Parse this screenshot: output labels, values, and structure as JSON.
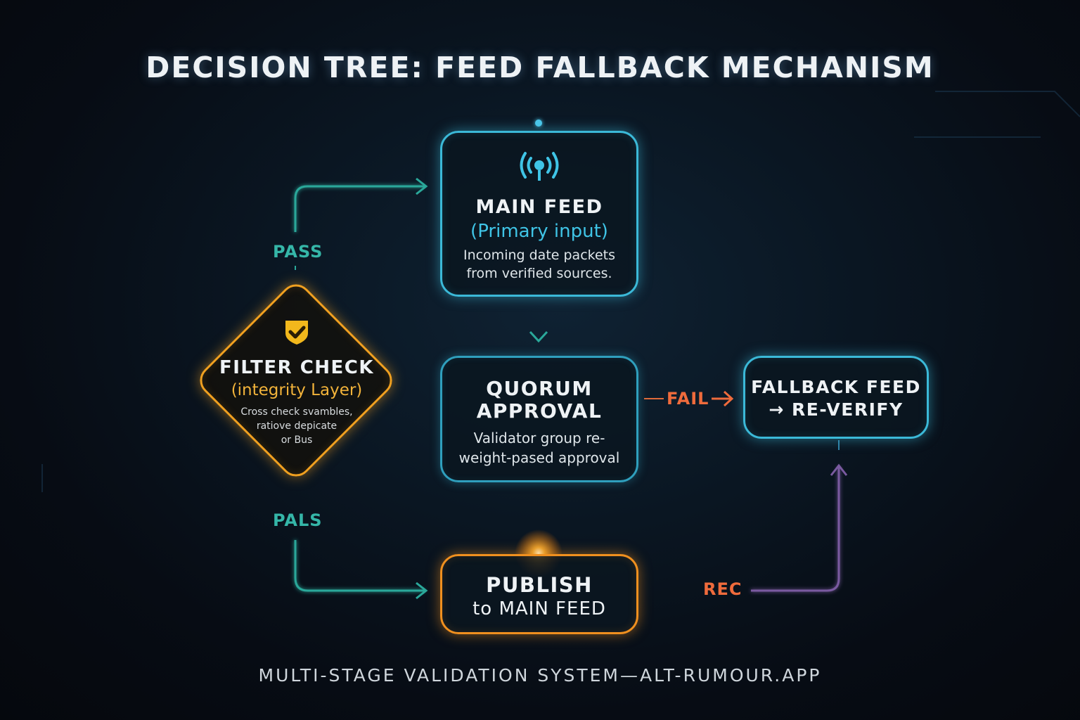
{
  "title": "DECISION TREE: FEED FALLBACK MECHANISM",
  "footer": "MULTI-STAGE VALIDATION SYSTEM—ALT-RUMOUR.APP",
  "nodes": {
    "main_feed": {
      "title": "MAIN FEED",
      "subtitle": "(Primary input)",
      "desc_line1": "Incoming date packets",
      "desc_line2": "from verified sources.",
      "icon": "signal-icon"
    },
    "quorum": {
      "title_line1": "QUORUM",
      "title_line2": "APPROVAL",
      "desc_line1": "Validator group re-",
      "desc_line2": "weight-pased approval"
    },
    "fallback": {
      "title_line1": "FALLBACK FEED",
      "title_line2": "→ RE-VERIFY"
    },
    "filter_check": {
      "title": "FILTER CHECK",
      "subtitle": "(integrity Layer)",
      "desc_line1": "Cross check svambles,",
      "desc_line2": "ratiove depicate",
      "desc_line3": "or Bus",
      "icon": "shield-check-icon"
    },
    "publish": {
      "title_line1": "PUBLISH",
      "title_line2": "to MAIN FEED"
    }
  },
  "edge_labels": {
    "pass": "PASS",
    "pals": "PALS",
    "fail": "FAIL",
    "rec": "REC"
  },
  "colors": {
    "cyan": "#3bb9d8",
    "teal": "#35b6a8",
    "orange": "#f0901f",
    "red_orange": "#ef6b3c",
    "purple": "#7a5aa0",
    "background": "#070c14"
  }
}
